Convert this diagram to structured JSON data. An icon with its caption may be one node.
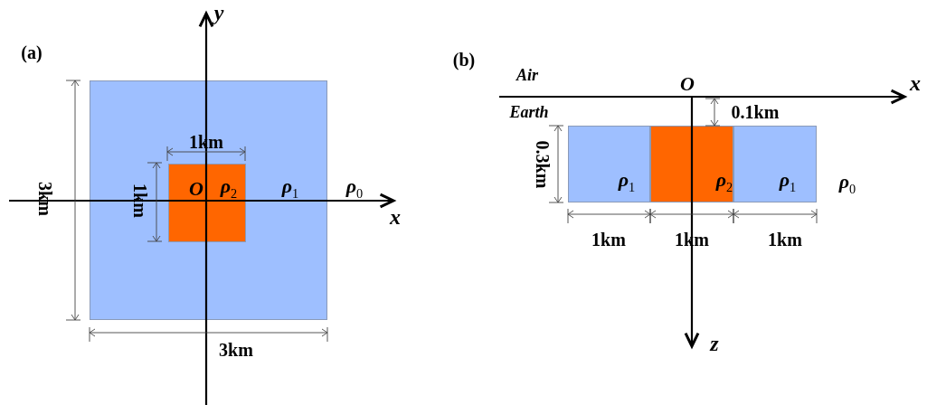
{
  "diagram": {
    "nodes": [
      {
        "text": [
          "ρ$_{1}$"
        ]
      },
      {
        "text": [
          "O",
          "ρ$_{2}$"
        ],
        "in": 0
      },
      {
        "text": [
          "ρ$_{1}$"
        ]
      },
      {
        "text": [
          "ρ$_{2}$"
        ]
      },
      {
        "text": [
          "ρ$_{1}$"
        ]
      }
    ],
    "labels": [
      "(a)",
      "y",
      "1km",
      "3km",
      "1km",
      "ρ$_{0}$",
      "x",
      "3km",
      "(b)",
      "Air",
      "O",
      "x",
      "Earth",
      "0.1km",
      "0.3km",
      "ρ$_{0}$",
      "1km",
      "1km",
      "1km",
      "z"
    ]
  }
}
